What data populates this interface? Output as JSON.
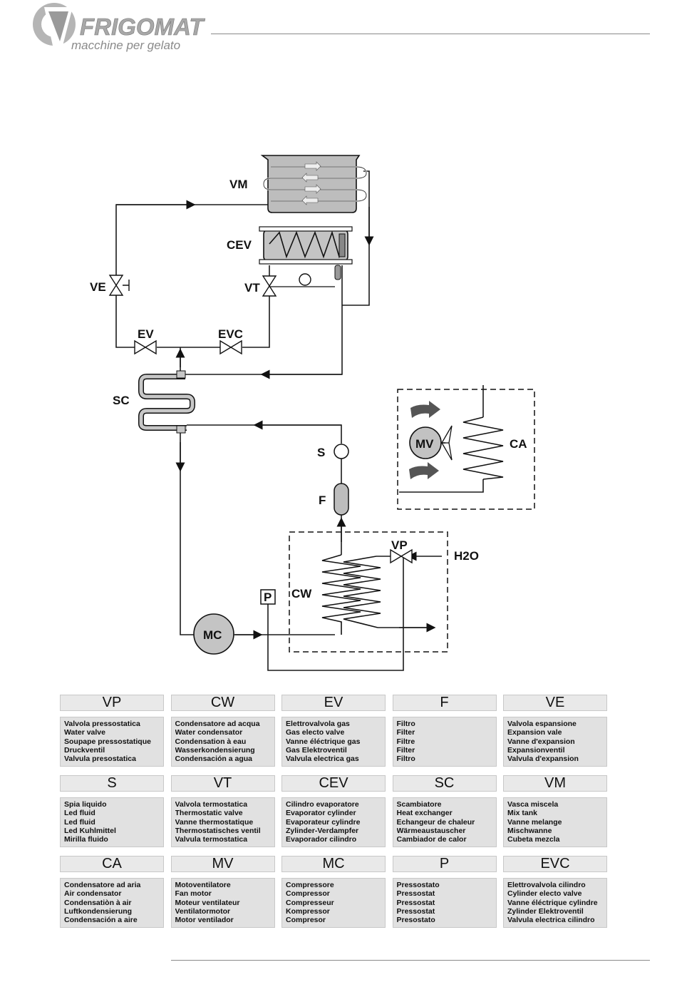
{
  "header": {
    "brand_name": "FRIGOMAT",
    "tagline": "macchine per gelato"
  },
  "diagram": {
    "labels": {
      "VM": "VM",
      "CEV": "CEV",
      "VE": "VE",
      "VT": "VT",
      "EV": "EV",
      "EVC": "EVC",
      "SC": "SC",
      "S": "S",
      "F": "F",
      "MV": "MV",
      "CA": "CA",
      "VP": "VP",
      "H2O": "H2O",
      "CW": "CW",
      "P": "P",
      "MC": "MC"
    }
  },
  "legend": {
    "rows": [
      [
        {
          "code": "VP",
          "lines": [
            "Valvola pressostatica",
            "Water valve",
            "Soupape pressostatique",
            "Druckventil",
            "Valvula presostatica"
          ]
        },
        {
          "code": "CW",
          "lines": [
            "Condensatore ad acqua",
            "Water condensator",
            "Condensation à eau",
            "Wasserkondensierung",
            "Condensación a agua"
          ]
        },
        {
          "code": "EV",
          "lines": [
            "Elettrovalvola gas",
            "Gas electo valve",
            "Vanne éléctrique gas",
            "Gas Elektroventil",
            "Valvula electrica gas"
          ]
        },
        {
          "code": "F",
          "lines": [
            "Filtro",
            "Filter",
            "Filtre",
            "Filter",
            "Filtro"
          ]
        },
        {
          "code": "VE",
          "lines": [
            "Valvola espansione",
            "Expansion vale",
            "Vanne d'expansion",
            "Expansionventil",
            "Valvula d'expansion"
          ]
        }
      ],
      [
        {
          "code": "S",
          "lines": [
            "Spia liquido",
            "Led fluid",
            "Led fluid",
            "Led Kuhlmittel",
            "Mirilla fluido"
          ]
        },
        {
          "code": "VT",
          "lines": [
            "Valvola termostatica",
            "Thermostatic valve",
            "Vanne thermostatique",
            "Thermostatisches ventil",
            "Valvula termostatica"
          ]
        },
        {
          "code": "CEV",
          "lines": [
            "Cilindro evaporatore",
            "Evaporator cylinder",
            "Evaporateur cylindre",
            "Zylinder-Verdampfer",
            "Evaporador cilindro"
          ]
        },
        {
          "code": "SC",
          "lines": [
            "Scambiatore",
            "Heat exchanger",
            "Echangeur de chaleur",
            "Wärmeaustauscher",
            "Cambiador de calor"
          ]
        },
        {
          "code": "VM",
          "lines": [
            "Vasca miscela",
            "Mix tank",
            "Vanne melange",
            "Mischwanne",
            "Cubeta mezcla"
          ]
        }
      ],
      [
        {
          "code": "CA",
          "lines": [
            "Condensatore ad aria",
            "Air condensator",
            "Condensatiòn à air",
            "Luftkondensierung",
            "Condensación a aire"
          ]
        },
        {
          "code": "MV",
          "lines": [
            "Motoventilatore",
            "Fan motor",
            "Moteur ventilateur",
            "Ventilatormotor",
            "Motor ventilador"
          ]
        },
        {
          "code": "MC",
          "lines": [
            "Compressore",
            "Compressor",
            "Compresseur",
            "Kompressor",
            "Compresor"
          ]
        },
        {
          "code": "P",
          "lines": [
            "Pressostato",
            "Pressostat",
            "Pressostat",
            "Pressostat",
            "Presostato"
          ]
        },
        {
          "code": "EVC",
          "lines": [
            "Elettrovalvola cilindro",
            "Cylinder electo valve",
            "Vanne éléctrique cylindre",
            "Zylinder Elektroventil",
            "Valvula electrica cilindro"
          ]
        }
      ]
    ]
  }
}
